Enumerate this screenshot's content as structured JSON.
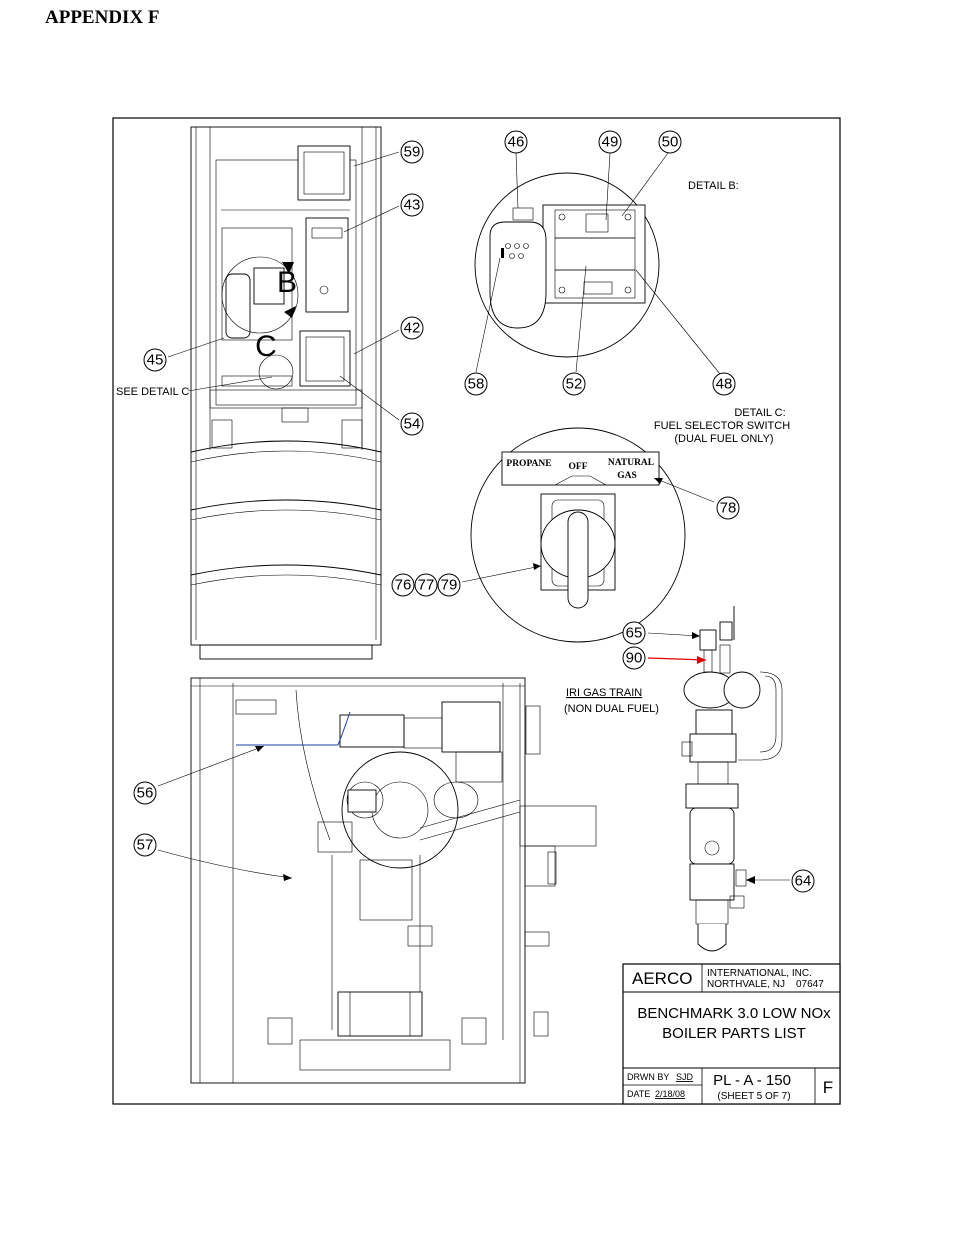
{
  "page_heading": "APPENDIX F",
  "labels": {
    "detail_b": "DETAIL B:",
    "detail_c_line1": "DETAIL C:",
    "detail_c_line2": "FUEL SELECTOR SWITCH",
    "detail_c_line3": "(DUAL FUEL ONLY)",
    "see_detail_c": "SEE DETAIL C",
    "letter_b": "B",
    "letter_c": "C",
    "iri_gas_train": "IRI GAS TRAIN",
    "non_dual_fuel": "(NON DUAL FUEL)",
    "switch_propane": "PROPANE",
    "switch_off": "OFF",
    "switch_natural": "NATURAL",
    "switch_gas": "GAS"
  },
  "callouts": {
    "c59": "59",
    "c43": "43",
    "c42": "42",
    "c54": "54",
    "c45": "45",
    "c46": "46",
    "c49": "49",
    "c50": "50",
    "c58": "58",
    "c52": "52",
    "c48": "48",
    "c78": "78",
    "c76": "76",
    "c77": "77",
    "c79": "79",
    "c65": "65",
    "c90": "90",
    "c64": "64",
    "c56": "56",
    "c57": "57"
  },
  "title_block": {
    "company": "AERCO",
    "company_line1": "INTERNATIONAL, INC.",
    "company_line2": "NORTHVALE, NJ",
    "zip": "07647",
    "title_line1": "BENCHMARK 3.0 LOW NOx",
    "title_line2": "BOILER PARTS LIST",
    "drawn_by_label": "DRWN BY",
    "drawn_by": "SJD",
    "date_label": "DATE",
    "date": "2/18/08",
    "drawing_number": "PL - A - 150",
    "sheet": "(SHEET 5 OF 7)",
    "revision": "F"
  }
}
